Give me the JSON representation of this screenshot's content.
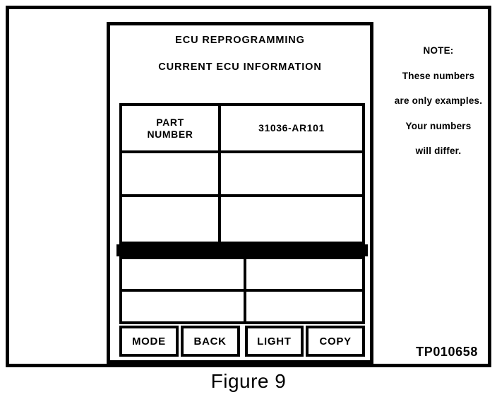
{
  "figure": {
    "caption": "Figure 9",
    "reference_code": "TP010658"
  },
  "device": {
    "heading": {
      "line1": "ECU REPROGRAMMING",
      "line2": "CURRENT ECU INFORMATION"
    },
    "info_table": {
      "rows": [
        {
          "label": "PART\nNUMBER",
          "value": "31036-AR101"
        },
        {
          "label": "",
          "value": ""
        },
        {
          "label": "",
          "value": ""
        }
      ]
    },
    "lower_table": {
      "rows": [
        {
          "left": "",
          "right": ""
        },
        {
          "left": "",
          "right": ""
        }
      ]
    },
    "softkeys": [
      {
        "label": "MODE"
      },
      {
        "label": "BACK"
      },
      {
        "label": "LIGHT"
      },
      {
        "label": "COPY"
      }
    ]
  },
  "note": {
    "lines": [
      "NOTE:",
      "These numbers",
      "are only examples.",
      "Your numbers",
      "will differ."
    ]
  },
  "colors": {
    "ink": "#000000",
    "paper": "#ffffff"
  }
}
